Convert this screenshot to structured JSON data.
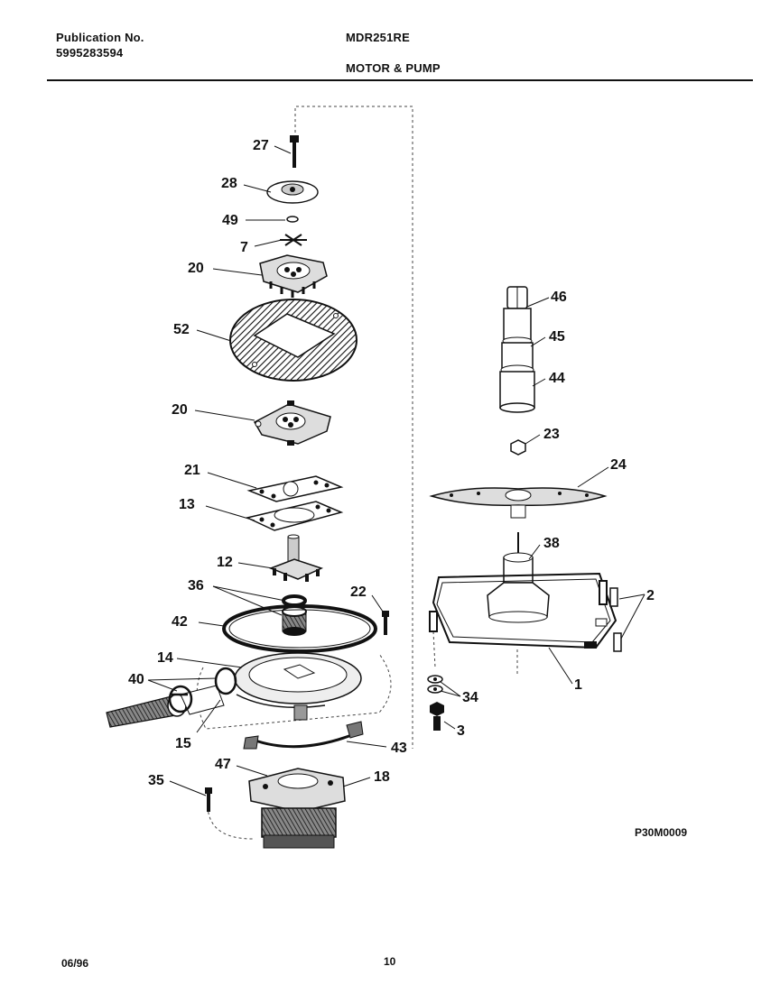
{
  "header": {
    "publication_label": "Publication No.",
    "publication_number": "5995283594",
    "model": "MDR251RE",
    "section_title": "MOTOR & PUMP"
  },
  "callouts": {
    "c27": "27",
    "c28": "28",
    "c49": "49",
    "c7": "7",
    "c20a": "20",
    "c52": "52",
    "c20b": "20",
    "c21": "21",
    "c13": "13",
    "c12": "12",
    "c36": "36",
    "c42": "42",
    "c22": "22",
    "c14": "14",
    "c40": "40",
    "c15": "15",
    "c43": "43",
    "c47": "47",
    "c18": "18",
    "c35": "35",
    "c46": "46",
    "c45": "45",
    "c44": "44",
    "c23": "23",
    "c24": "24",
    "c38": "38",
    "c2": "2",
    "c1": "1",
    "c34": "34",
    "c3": "3"
  },
  "footer": {
    "diagram_code": "P30M0009",
    "date": "06/96",
    "page_number": "10"
  }
}
